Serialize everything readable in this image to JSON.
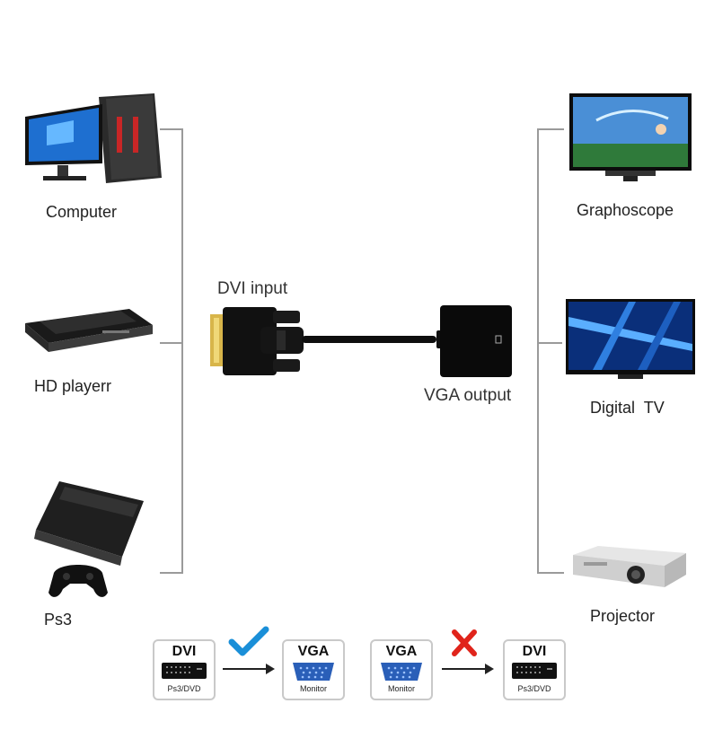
{
  "devices": {
    "left": [
      {
        "label": "Computer",
        "icon": "computer-icon"
      },
      {
        "label": "HD playerr",
        "icon": "hd-player-icon"
      },
      {
        "label": "Ps3",
        "icon": "ps3-icon"
      }
    ],
    "right": [
      {
        "label": "Graphoscope",
        "icon": "tv-icon"
      },
      {
        "label": "Digital  TV",
        "icon": "digital-tv-icon"
      },
      {
        "label": "Projector",
        "icon": "projector-icon"
      }
    ]
  },
  "adapter": {
    "input_label": "DVI input",
    "output_label": "VGA output"
  },
  "compatibility": {
    "supported": {
      "from": {
        "title": "DVI",
        "sub": "Ps3/DVD"
      },
      "to": {
        "title": "VGA",
        "sub": "Monitor"
      },
      "mark": "checkmark-icon"
    },
    "unsupported": {
      "from": {
        "title": "VGA",
        "sub": "Monitor"
      },
      "to": {
        "title": "DVI",
        "sub": "Ps3/DVD"
      },
      "mark": "x-icon"
    }
  },
  "colors": {
    "bracket": "#9a9a9a",
    "check": "#1a8fd8",
    "cross": "#e0241b",
    "screen_blue": "#1e6fd0"
  }
}
